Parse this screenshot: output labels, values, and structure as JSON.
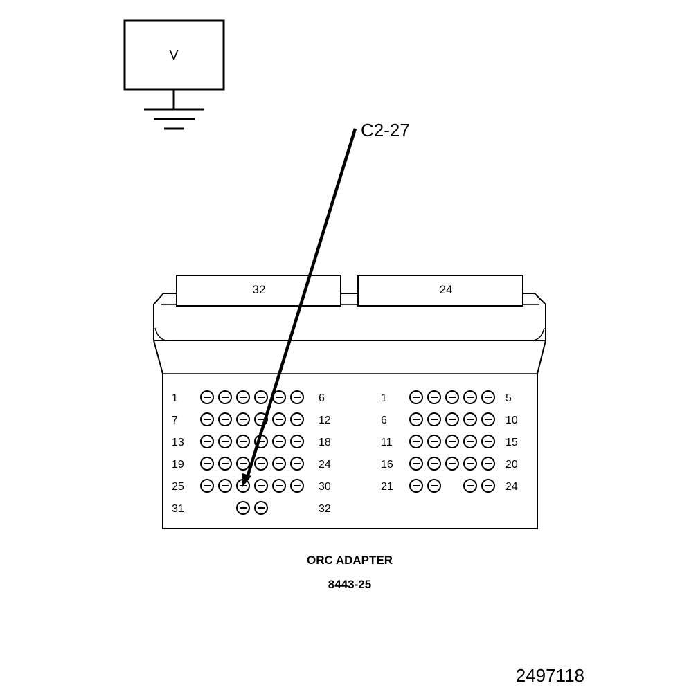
{
  "meter": {
    "label": "V"
  },
  "probe": {
    "label": "C2-27"
  },
  "connector": {
    "left_tab": "32",
    "right_tab": "24",
    "left_block": {
      "rows": [
        {
          "start": "1",
          "end": "6",
          "count": 6
        },
        {
          "start": "7",
          "end": "12",
          "count": 6
        },
        {
          "start": "13",
          "end": "18",
          "count": 6
        },
        {
          "start": "19",
          "end": "24",
          "count": 6
        },
        {
          "start": "25",
          "end": "30",
          "count": 6
        },
        {
          "start": "31",
          "end": "32",
          "count": 2
        }
      ]
    },
    "right_block": {
      "rows": [
        {
          "start": "1",
          "end": "5",
          "count": 5
        },
        {
          "start": "6",
          "end": "10",
          "count": 5
        },
        {
          "start": "11",
          "end": "15",
          "count": 5
        },
        {
          "start": "16",
          "end": "20",
          "count": 5
        },
        {
          "start": "21",
          "end": "24",
          "count": 4
        }
      ]
    }
  },
  "caption": {
    "line1": "ORC ADAPTER",
    "line2": "8443-25"
  },
  "figure_id": "2497118"
}
